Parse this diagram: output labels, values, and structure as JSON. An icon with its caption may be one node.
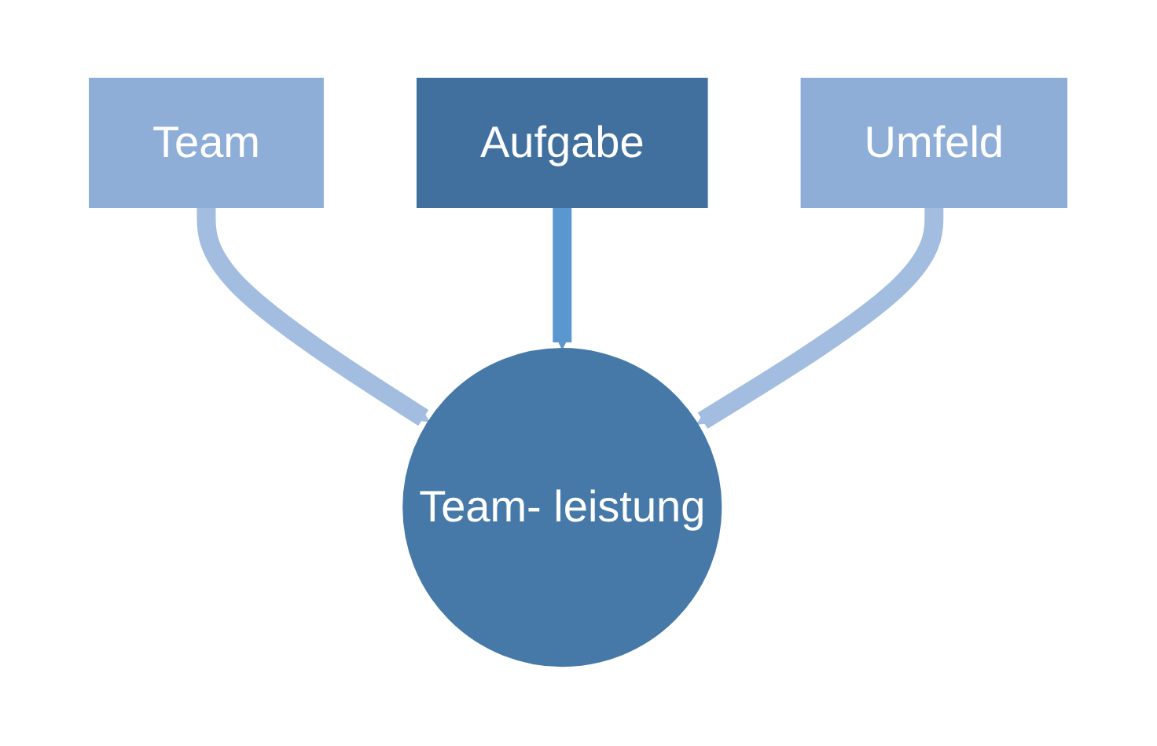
{
  "diagram": {
    "nodes": [
      {
        "text": [
          "Team"
        ]
      },
      {
        "text": [
          "Aufgabe"
        ]
      },
      {
        "text": [
          "Umfeld"
        ]
      },
      {
        "text": [
          "Team- leistung"
        ]
      }
    ],
    "edges": [
      {
        "from": 0,
        "to": 3,
        "arrow": "to"
      },
      {
        "from": 1,
        "to": 3,
        "arrow": "to",
        "color": "#5a96cf"
      },
      {
        "from": 2,
        "to": 3,
        "arrow": "to"
      }
    ]
  }
}
